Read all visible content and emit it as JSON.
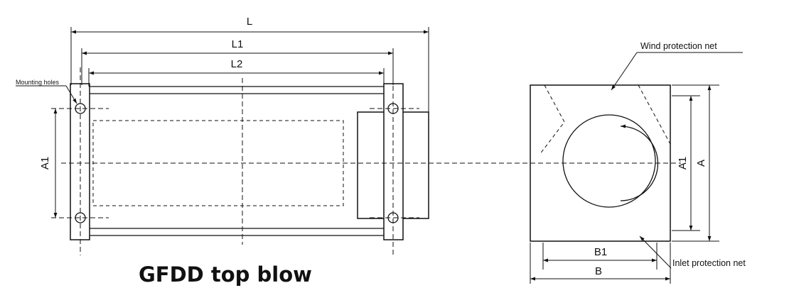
{
  "labels": {
    "length": "L",
    "length_1": "L1",
    "length_2": "L2",
    "hole_spacing": "A1",
    "height": "A",
    "height_1": "A1",
    "width": "B",
    "width_1": "B1"
  },
  "callouts": {
    "mounting_holes": "Mounting holes",
    "wind_net": "Wind protection net",
    "inlet_net": "Inlet protection net"
  },
  "caption": "GFDD top blow"
}
